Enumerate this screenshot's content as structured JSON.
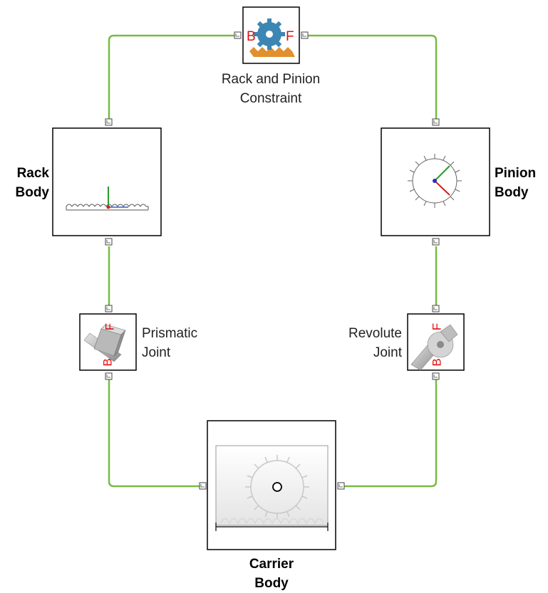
{
  "blocks": {
    "rack_pinion": {
      "label_line1": "Rack and Pinion",
      "label_line2": "Constraint",
      "port_b": "B",
      "port_f": "F"
    },
    "rack_body": {
      "label_line1": "Rack",
      "label_line2": "Body"
    },
    "pinion_body": {
      "label_line1": "Pinion",
      "label_line2": "Body"
    },
    "prismatic_joint": {
      "label_line1": "Prismatic",
      "label_line2": "Joint",
      "port_b": "B",
      "port_f": "F"
    },
    "revolute_joint": {
      "label_line1": "Revolute",
      "label_line2": "Joint",
      "port_b": "B",
      "port_f": "F"
    },
    "carrier_body": {
      "label_line1": "Carrier",
      "label_line2": "Body"
    }
  },
  "colors": {
    "connection_line": "#77bb44",
    "block_border": "#000000",
    "port_marker": "#d01010",
    "gear_icon": "#3c86b4",
    "rack_icon": "#e0902c"
  }
}
